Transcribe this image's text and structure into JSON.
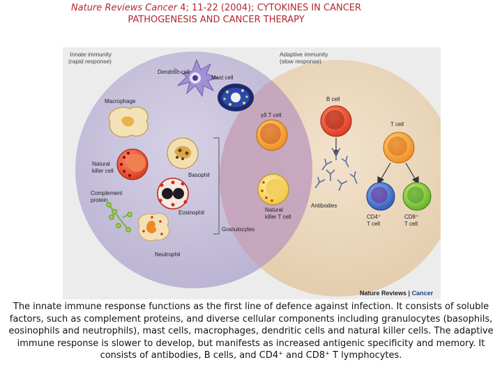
{
  "header": {
    "citation_italic": "Nature Reviews Cancer",
    "citation_volume": "4",
    "citation_pages": "; 11-22 (2004); ",
    "title_line1": "CYTOKINES IN CANCER",
    "title_line2": "PATHOGENESIS AND CANCER THERAPY"
  },
  "diagram": {
    "innate_title": "Innate immunity",
    "innate_subtitle": "(rapid response)",
    "adaptive_title": "Adaptive immunity",
    "adaptive_subtitle": "(slow response)",
    "cells": {
      "dendritic": "Dendritic cell",
      "mast": "Mast cell",
      "macrophage": "Macrophage",
      "gd_t": "γδ T cell",
      "b_cell": "B cell",
      "t_cell": "T cell",
      "nk_line1": "Natural",
      "nk_line2": "killer cell",
      "basophil": "Basophil",
      "complement_line1": "Complement",
      "complement_line2": "protein",
      "eosinophil": "Eosinophil",
      "antibodies": "Antibodies",
      "cd4_line1": "CD4⁺",
      "cd4_line2": "T cell",
      "cd8_line1": "CD8⁺",
      "cd8_line2": "T cell",
      "nkt_line1": "Natural",
      "nkt_line2": "killer T cell",
      "granulocytes": "Granulocytes",
      "neutrophil": "Neutrophil"
    },
    "brand_name": "Nature Reviews",
    "brand_sep": " | ",
    "brand_journal": "Cancer"
  },
  "caption": "The innate immune response functions as the first line of defence against infection. It consists of soluble factors, such as complement proteins, and diverse cellular components including granulocytes (basophils, eosinophils and neutrophils), mast cells, macrophages, dendritic cells and natural killer cells. The adaptive immune response is slower to develop, but manifests as increased antigenic specificity and memory. It consists of antibodies, B cells, and CD4⁺ and CD8⁺ T lymphocytes.",
  "colors": {
    "header_red": "#b3262e",
    "innate_circle": "#c9c3dd",
    "adaptive_circle": "#ecd9bf",
    "overlap": "#c3a9c4",
    "brand_blue": "#1a3e8c"
  }
}
